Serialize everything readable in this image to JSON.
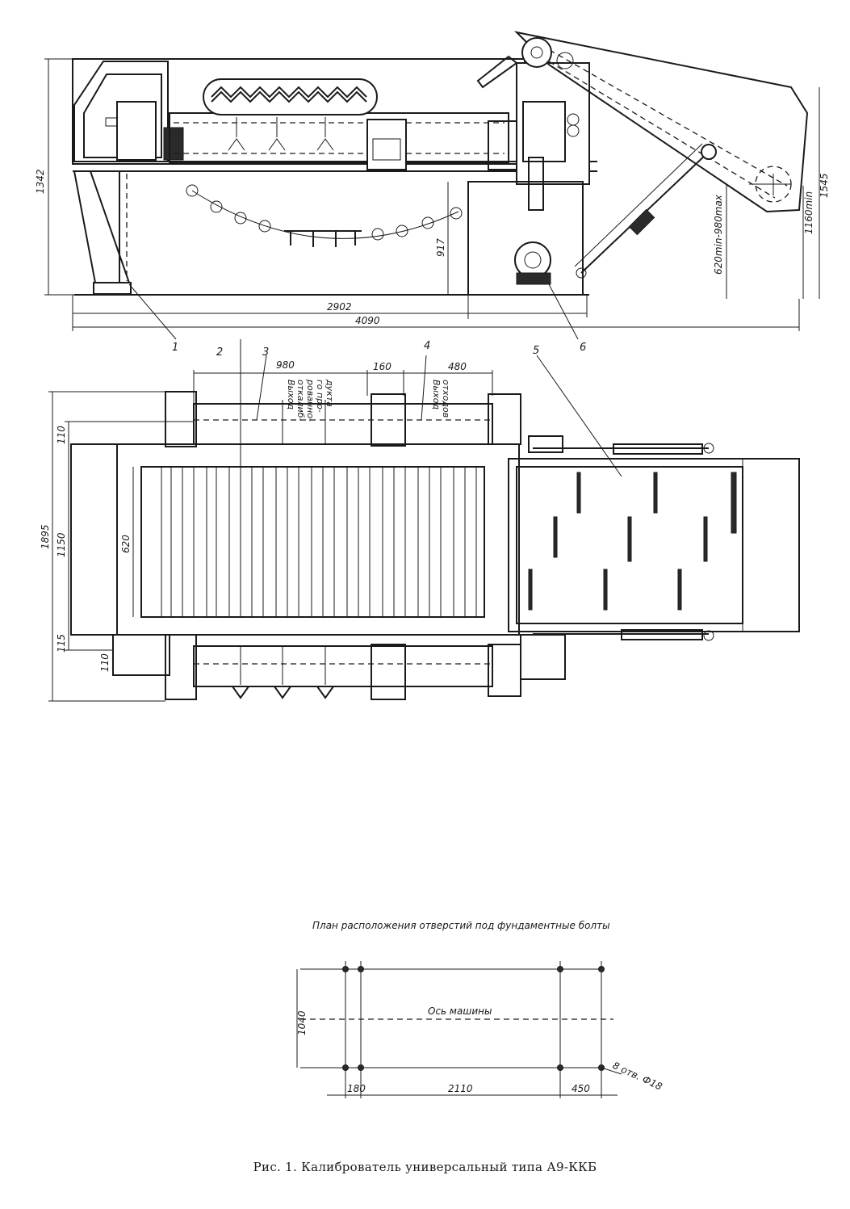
{
  "side_view": {
    "dims": {
      "height_total": "1342",
      "height_mid": "917",
      "range": "620min-980max",
      "height_min": "1160min",
      "height_right": "1545",
      "length_inner": "2902",
      "length_total": "4090"
    },
    "callouts": [
      "1",
      "2",
      "3",
      "4",
      "5",
      "6"
    ]
  },
  "plan_view": {
    "dims": {
      "d960": "980",
      "d160": "160",
      "d480": "480",
      "w1895": "1895",
      "w1150": "1150",
      "w110": "110",
      "w620": "620",
      "w115": "115",
      "w110b": "110"
    },
    "labels": {
      "outlet_calibrated_1": "Выход",
      "outlet_calibrated_2": "откалиб-",
      "outlet_calibrated_3": "рованно-",
      "outlet_calibrated_4": "го про-",
      "outlet_calibrated_5": "дукта",
      "outlet_waste_1": "Выход",
      "outlet_waste_2": "отходов"
    }
  },
  "foundation_plan": {
    "title": "План расположения отверстий под фундаментные болты",
    "axis_label": "Ось машины",
    "dims": {
      "height": "1040",
      "d180": "180",
      "d2110": "2110",
      "d450": "450"
    },
    "holes_note": "8 отв. Ф18"
  },
  "caption": "Рис. 1. Калиброватель универсальный типа А9-ККБ"
}
